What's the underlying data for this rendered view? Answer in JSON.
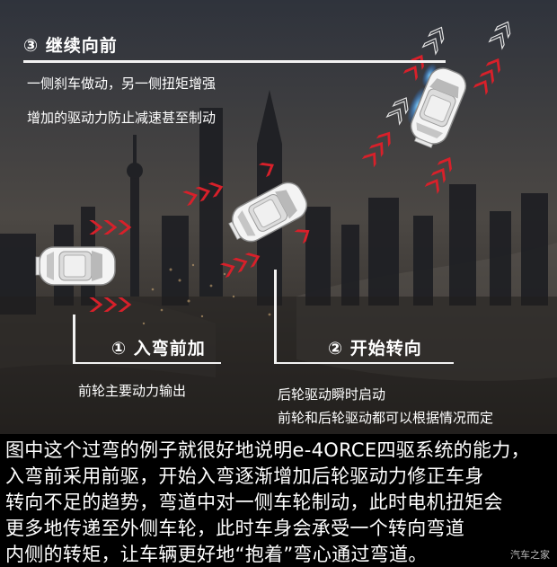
{
  "steps": [
    {
      "title": "③ 继续向前",
      "lines": [
        "一侧刹车做动，另一侧扭矩增强",
        "增加的驱动力防止减速甚至制动"
      ]
    },
    {
      "title": "① 入弯前加",
      "lines": [
        "前轮主要动力输出"
      ]
    },
    {
      "title": "② 开始转向",
      "lines": [
        "后轮驱动瞬时启动",
        "前轮和后轮驱动都可以根据情况而定"
      ]
    }
  ],
  "caption": [
    "图中这个过弯的例子就很好地说明e-4ORCE四驱系统的能力，",
    "入弯前采用前驱，开始入弯逐渐增加后轮驱动力修正车身",
    "转向不足的趋势，弯道中对一侧车轮制动，此时电机扭矩会",
    "更多地传递至外侧车轮，此时车身会承受一个转向弯道",
    "内侧的转矩，让车辆更好地“抱着”弯心通过弯道。"
  ],
  "watermark": "汽车之家",
  "colors": {
    "arrow": "#d8202a",
    "brake_glow": "#3aa0ff",
    "text": "#ffffff"
  }
}
